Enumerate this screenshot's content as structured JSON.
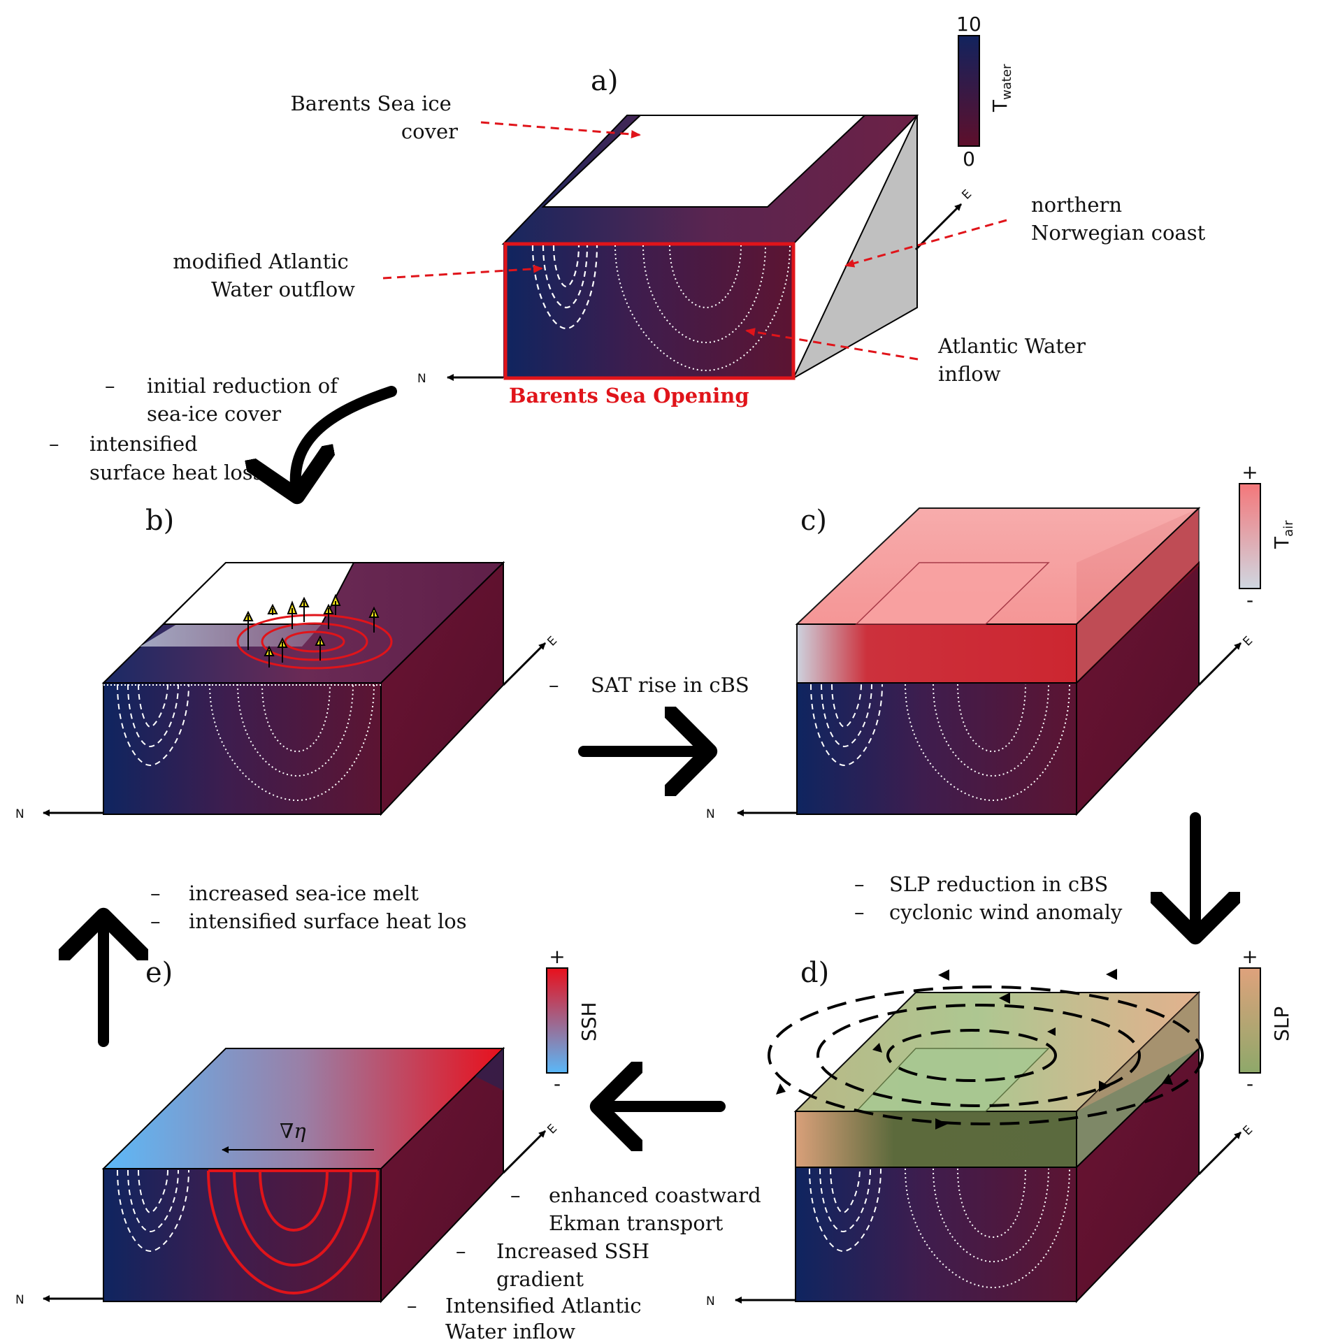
{
  "panel_labels": {
    "a": "a)",
    "b": "b)",
    "c": "c)",
    "d": "d)",
    "e": "e)"
  },
  "compass": {
    "north": "N",
    "east": "E"
  },
  "colorbars": {
    "t_water": {
      "max": "10",
      "min": "0",
      "label": "T",
      "label_sub": "water",
      "color_high": "#12235e",
      "color_low": "#5e0f2b"
    },
    "t_air": {
      "plus": "+",
      "minus": "-",
      "label": "T",
      "label_sub": "air",
      "color_high": "#f4777a",
      "color_low": "#cfd7e1"
    },
    "slp": {
      "plus": "+",
      "minus": "-",
      "label": "SLP",
      "color_high": "#dfa27c",
      "color_low": "#8ea86a"
    },
    "ssh": {
      "plus": "+",
      "minus": "-",
      "label": "SSH",
      "color_high": "#e8101c",
      "color_low": "#5ab8f8"
    }
  },
  "panel_a": {
    "callouts": {
      "sea_ice": [
        "Barents Sea ice",
        "cover"
      ],
      "coast": [
        "northern",
        "Norwegian coast"
      ],
      "outflow": [
        "modified Atlantic",
        "Water outflow"
      ],
      "inflow": [
        "Atlantic Water",
        "inflow"
      ],
      "bso_label": "Barents Sea Opening"
    }
  },
  "steps": {
    "a_to_b": {
      "bullets": [
        "initial reduction of",
        "sea-ice cover",
        "intensified",
        "surface heat loss"
      ],
      "dash": "–"
    },
    "b_to_c": {
      "bullets": [
        "SAT rise in cBS"
      ],
      "dash": "–"
    },
    "c_to_d": {
      "bullets": [
        "SLP reduction in cBS",
        "cyclonic  wind anomaly"
      ],
      "dash": "–"
    },
    "d_to_e": {
      "bullets": [
        "enhanced coastward",
        "Ekman transport",
        "Increased SSH",
        "gradient",
        "Intensified Atlantic",
        "Water inflow"
      ],
      "dash": "–"
    },
    "e_to_b": {
      "bullets": [
        "increased sea-ice melt",
        "intensified surface heat los"
      ],
      "dash": "–"
    }
  },
  "panel_e": {
    "gradient_symbol": "∇η"
  },
  "colors": {
    "ocean_deep": "#10245e",
    "ocean_warm": "#5e1030",
    "side_face": "#5a0f2a",
    "coast_gray": "#c0c0c0",
    "highlight_red": "#e0141a",
    "arrow_black": "#000000",
    "heat_arrow": "#f2e21a"
  }
}
